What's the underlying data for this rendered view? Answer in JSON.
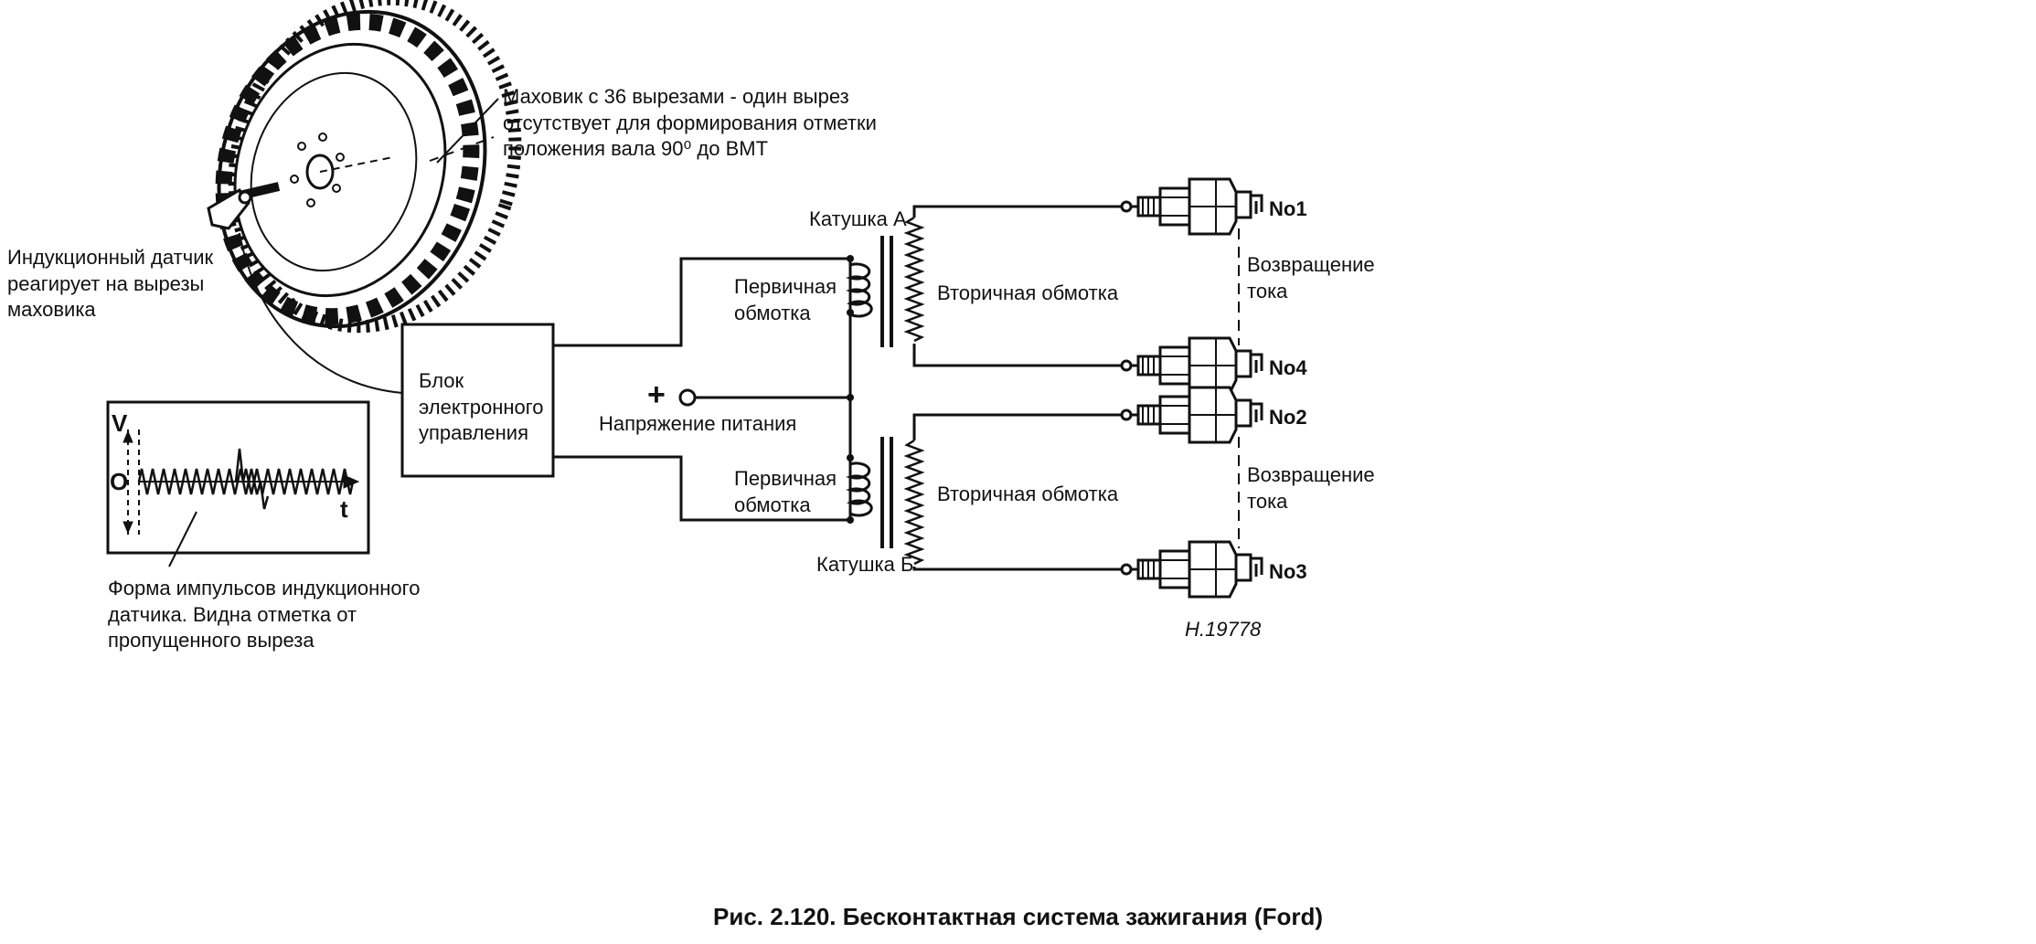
{
  "labels": {
    "flywheel": "Маховик с 36 вырезами - один вырез\nотсутствует для формирования отметки\nположения вала 90⁰ до ВМТ",
    "sensor": "Индукционный датчик\nреагирует на вырезы\nмаховика",
    "ecu": "Блок\nэлектронного\nуправления",
    "plus": "+",
    "supply": "Напряжение питания",
    "coil_a": "Катушка А",
    "coil_b": "Катушка Б",
    "primary_a": "Первичная\nобмотка",
    "primary_b": "Первичная\nобмотка",
    "secondary_a": "Вторичная обмотка",
    "secondary_b": "Вторичная обмотка",
    "return_1": "Возвращение\nтока",
    "return_2": "Возвращение\nтока",
    "waveform": "Форма импульсов индукционного\nдатчика. Видна отметка от\nпропущенного выреза",
    "axis_v": "V",
    "axis_o": "O",
    "axis_t": "t",
    "reference": "H.19778",
    "caption": "Рис. 2.120. Бесконтактная система зажигания (Ford)"
  },
  "plugs": [
    "No1",
    "No4",
    "No2",
    "No3"
  ],
  "colors": {
    "line": "#111111",
    "background": "#ffffff"
  },
  "icons": [
    "flywheel-icon",
    "inductive-sensor-icon",
    "coil-icon",
    "spark-plug-icon"
  ]
}
